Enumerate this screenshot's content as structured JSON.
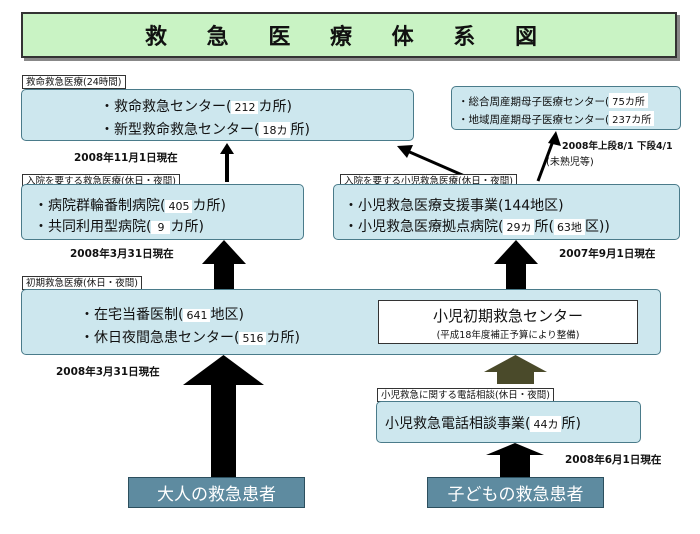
{
  "title": "救 急 医 療 体 系 図",
  "tertiary": {
    "tag": "救命救急医療(24時間)",
    "line1_text": "・救命救急センター(",
    "line1_num": "212",
    "line1_suffix": "カ所)",
    "line2_text": "・新型救命救急センター(",
    "line2_num": "18カ",
    "line2_suffix": "所)",
    "date": "2008年11月1日現在"
  },
  "perinatal": {
    "line1_text": "・総合周産期母子医療センター(",
    "line1_num": "75カ所",
    "line2_text": "・地域周産期母子医療センター(",
    "line2_num": "237カ所",
    "date": "2008年上段8/1 下段4/1",
    "note": "(未熟児等)"
  },
  "secondary": {
    "tag": "入院を要する救急医療(休日・夜間)",
    "line1_text": "・病院群輪番制病院(",
    "line1_num": "405",
    "line1_suffix": "カ所)",
    "line2_text": "・共同利用型病院(",
    "line2_num": "9",
    "line2_suffix": "カ所)",
    "date": "2008年3月31日現在"
  },
  "pediatric_secondary": {
    "tag": "入院を要する小児救急医療(休日・夜間)",
    "line1_text": "・小児救急医療支援事業(144地区)",
    "line2_text": "・小児救急医療拠点病院(",
    "line2_num": "29カ",
    "line2_mid": "所(",
    "line2_num2": "63地",
    "line2_suffix": "区))",
    "date": "2007年9月1日現在"
  },
  "primary": {
    "tag": "初期救急医療(休日・夜間)",
    "line1_text": "・在宅当番医制(",
    "line1_num": "641",
    "line1_suffix": "地区)",
    "line2_text": "・休日夜間急患センター(",
    "line2_num": "516",
    "line2_suffix": "カ所)",
    "date": "2008年3月31日現在",
    "pediatric_center_title": "小児初期救急センター",
    "pediatric_center_note": "(平成18年度補正予算により整備)"
  },
  "phone": {
    "tag": "小児救急に関する電話相談(休日・夜間)",
    "line_text": "小児救急電話相談事業(",
    "line_num": "44カ",
    "line_suffix": "所)",
    "date": "2008年6月1日現在"
  },
  "patients": {
    "adult": "大人の救急患者",
    "child": "子どもの救急患者"
  }
}
